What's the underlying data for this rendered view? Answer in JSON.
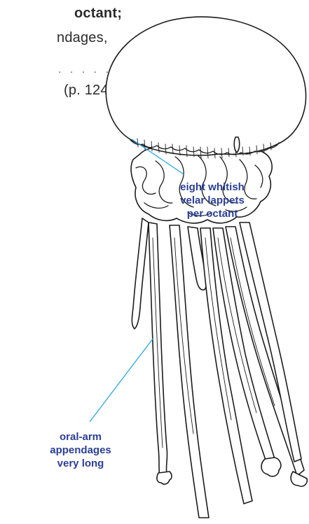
{
  "key_text": {
    "line_1": "octant;",
    "line_2": "ndages,",
    "line_3": ". . . . . .",
    "line_4": "(p. 124)"
  },
  "callouts": {
    "lappets": [
      "eight whitish",
      "velar lappets",
      "per octant"
    ],
    "oral_arms": [
      "oral-arm",
      "appendages",
      "very long"
    ]
  },
  "colors": {
    "callout_text": "#2b3f97",
    "leader_line": "#29a7e1",
    "ink": "#1c1c1c"
  }
}
